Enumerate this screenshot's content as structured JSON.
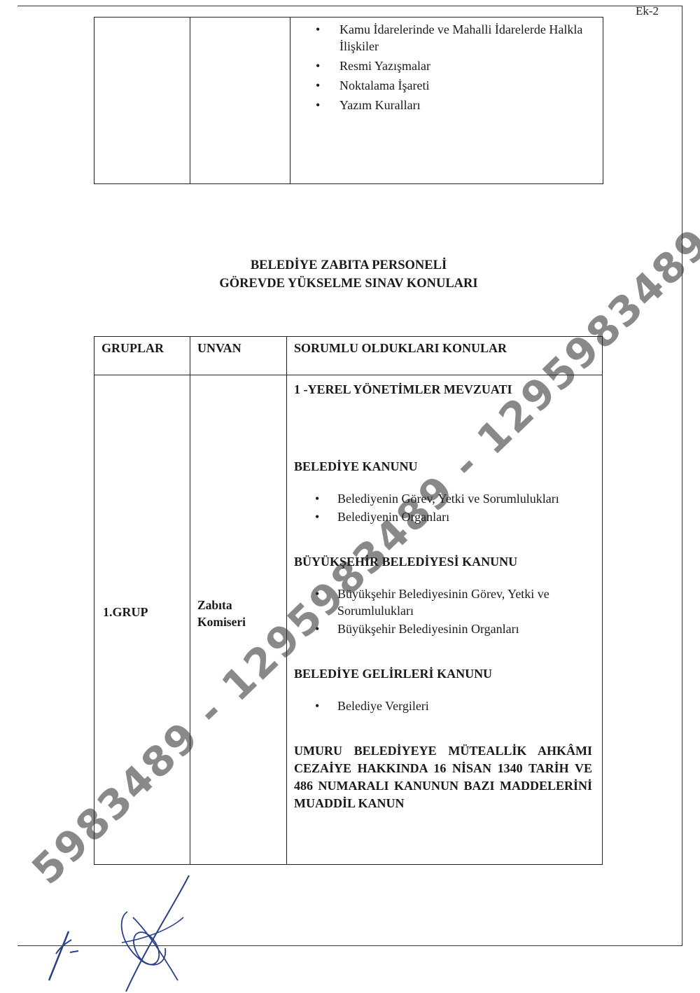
{
  "page_ref": "Ek-2",
  "watermark_text": "5983489 - 1295983489 - 1295983489",
  "table1": {
    "topics": [
      "Kamu İdarelerinde ve Mahalli İdarelerde Halkla İlişkiler",
      "Resmi Yazışmalar",
      "Noktalama İşareti",
      "Yazım Kuralları"
    ]
  },
  "title": {
    "line1": "BELEDİYE ZABITA PERSONELİ",
    "line2": "GÖREVDE YÜKSELME SINAV KONULARI"
  },
  "table2": {
    "headers": [
      "GRUPLAR",
      "UNVAN",
      "SORUMLU OLDUKLARI KONULAR"
    ],
    "group": "1.GRUP",
    "unvan_line1": "Zabıta",
    "unvan_line2": "Komiseri",
    "main_heading": "1 -YEREL YÖNETİMLER MEVZUATI",
    "sections": [
      {
        "heading": "BELEDİYE KANUNU",
        "items": [
          "Belediyenin Görev, Yetki ve Sorumlulukları",
          "Belediyenin Organları"
        ]
      },
      {
        "heading": "BÜYÜKŞEHİR BELEDİYESİ KANUNU",
        "items": [
          "Büyükşehir Belediyesinin Görev, Yetki ve Sorumlulukları",
          "Büyükşehir Belediyesinin Organları"
        ]
      },
      {
        "heading": "BELEDİYE GELİRLERİ KANUNU",
        "items": [
          "Belediye Vergileri"
        ]
      }
    ],
    "final_heading": "UMURU BELEDİYEYE MÜTEALLİK AHKÂMI CEZAİYE HAKKINDA 16 NİSAN 1340 TARİH VE 486 NUMARALI KANUNUN BAZI MADDELERİNİ MUADDİL KANUN"
  }
}
